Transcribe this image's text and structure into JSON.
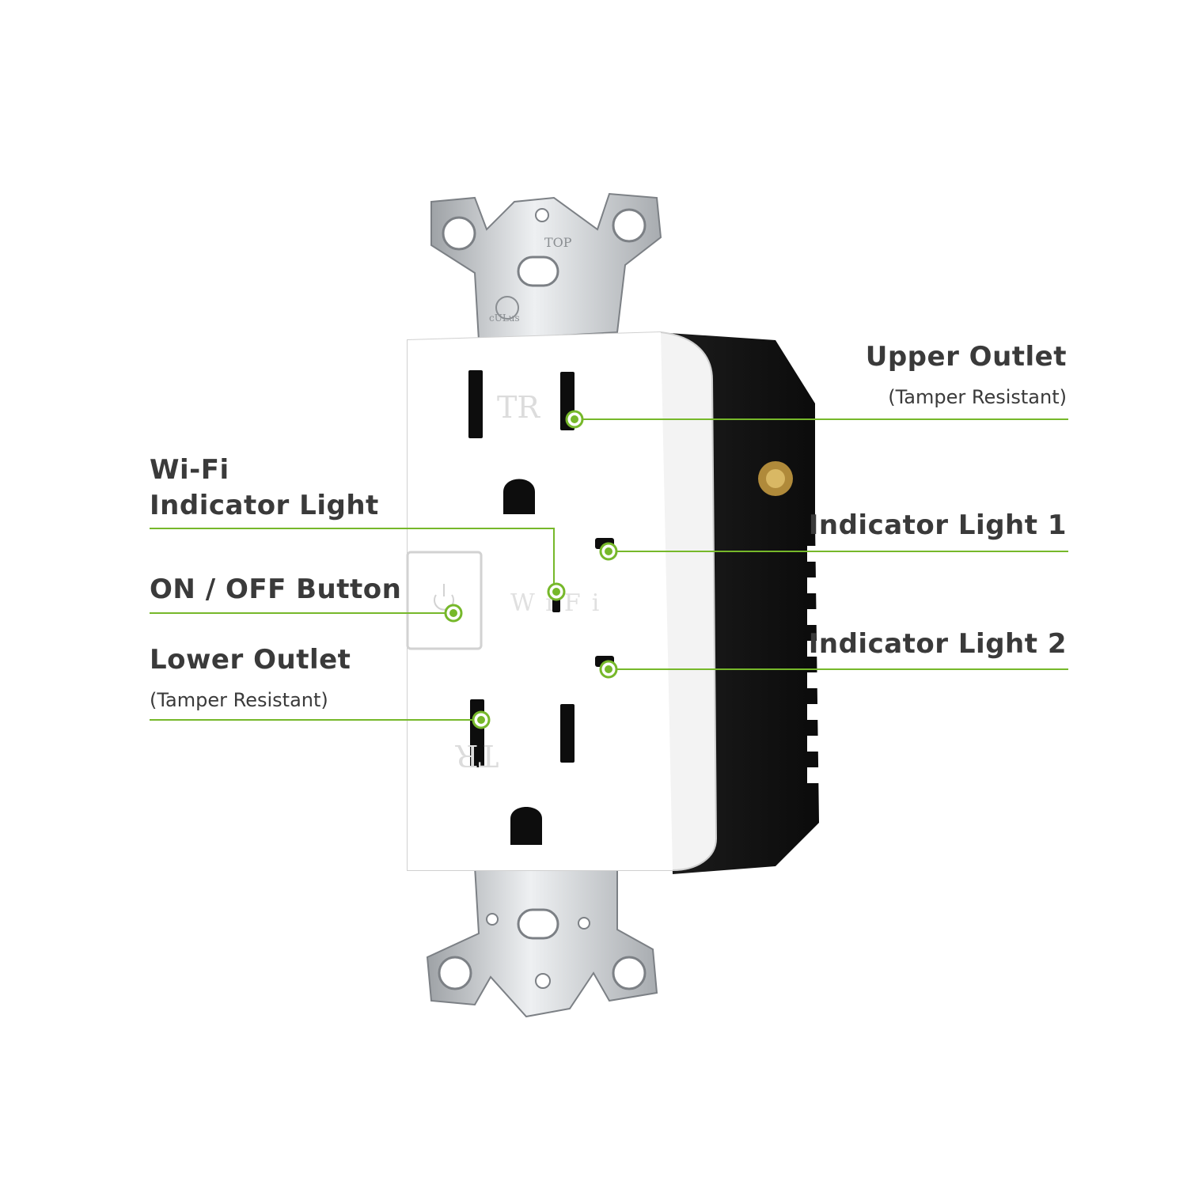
{
  "accent_color": "#76b82a",
  "device": {
    "plate_mark_top": "TOP",
    "certification_logo": "cULus",
    "upper_outlet_mark": "TR",
    "lower_outlet_mark": "TR",
    "wifi_mark": "WiFi"
  },
  "callouts": {
    "upper_outlet": {
      "title": "Upper Outlet",
      "subtitle": "(Tamper Resistant)"
    },
    "indicator_light_1": {
      "title": "Indicator Light 1"
    },
    "indicator_light_2": {
      "title": "Indicator Light 2"
    },
    "wifi_indicator": {
      "title_line1": "Wi-Fi",
      "title_line2": "Indicator Light"
    },
    "on_off_button": {
      "title": "ON / OFF Button"
    },
    "lower_outlet": {
      "title": "Lower Outlet",
      "subtitle": "(Tamper Resistant)"
    }
  }
}
